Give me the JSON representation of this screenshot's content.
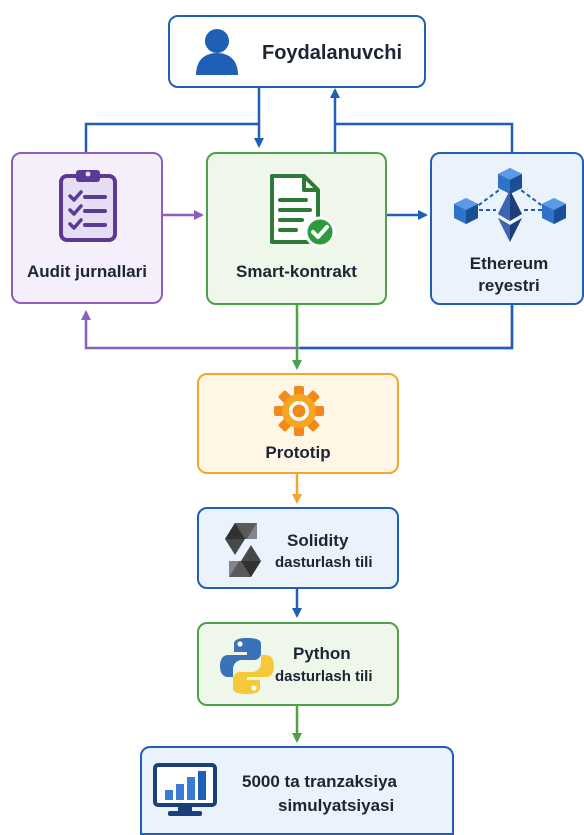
{
  "nodes": {
    "user": {
      "label": "Foydalanuvchi",
      "icon": "user-icon"
    },
    "audit": {
      "label": "Audit jurnallari",
      "icon": "clipboard-checklist-icon"
    },
    "contract": {
      "label": "Smart-kontrakt",
      "icon": "document-check-icon"
    },
    "ethereum": {
      "line1": "Ethereum",
      "line2": "reyestri",
      "icon": "ethereum-network-icon"
    },
    "prototype": {
      "label": "Prototip",
      "icon": "gear-icon"
    },
    "solidity": {
      "line1": "Solidity",
      "line2": "dasturlash tili",
      "icon": "solidity-logo-icon"
    },
    "python": {
      "line1": "Python",
      "line2": "dasturlash tili",
      "icon": "python-logo-icon"
    },
    "simulation": {
      "line1": "5000 ta tranzaksiya",
      "line2": "simulyatsiyasi",
      "icon": "monitor-chart-icon"
    }
  },
  "colors": {
    "blue": "#1f5fb5",
    "blue_fill": "#eaf2fc",
    "purple": "#8a5fc0",
    "purple_fill": "#f4effa",
    "green": "#4fa04a",
    "green_fill": "#eef7ea",
    "orange": "#f2a531",
    "orange_fill": "#fff6e5"
  }
}
